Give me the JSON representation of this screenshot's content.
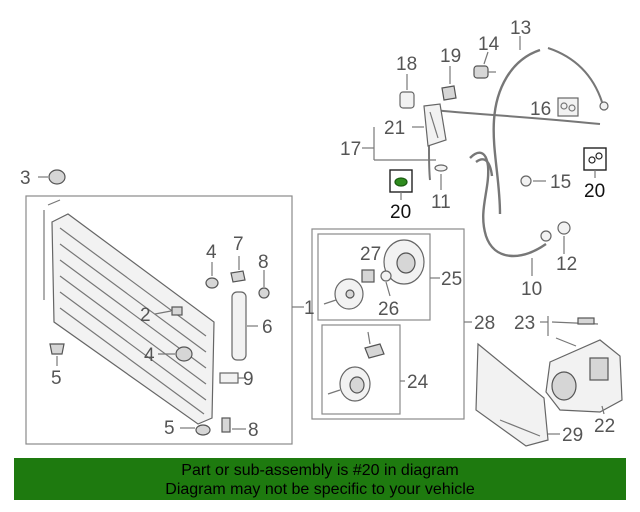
{
  "callouts": {
    "c1": "1",
    "c2": "2",
    "c3": "3",
    "c4a": "4",
    "c4b": "4",
    "c5a": "5",
    "c5b": "5",
    "c6": "6",
    "c7": "7",
    "c8a": "8",
    "c8b": "8",
    "c9": "9",
    "c10": "10",
    "c11": "11",
    "c12": "12",
    "c13": "13",
    "c14": "14",
    "c15": "15",
    "c16": "16",
    "c17": "17",
    "c18": "18",
    "c19": "19",
    "c20a": "20",
    "c20b": "20",
    "c21": "21",
    "c22": "22",
    "c23": "23",
    "c24": "24",
    "c25": "25",
    "c26": "26",
    "c27": "27",
    "c28": "28",
    "c29": "29"
  },
  "banner": {
    "line1": "Part or sub-assembly is #20 in diagram",
    "line2": "Diagram may not be specific to your vehicle"
  },
  "colors": {
    "banner_bg": "#1e7a0f",
    "highlight_part": "#2e8b1e",
    "line": "#777777"
  }
}
